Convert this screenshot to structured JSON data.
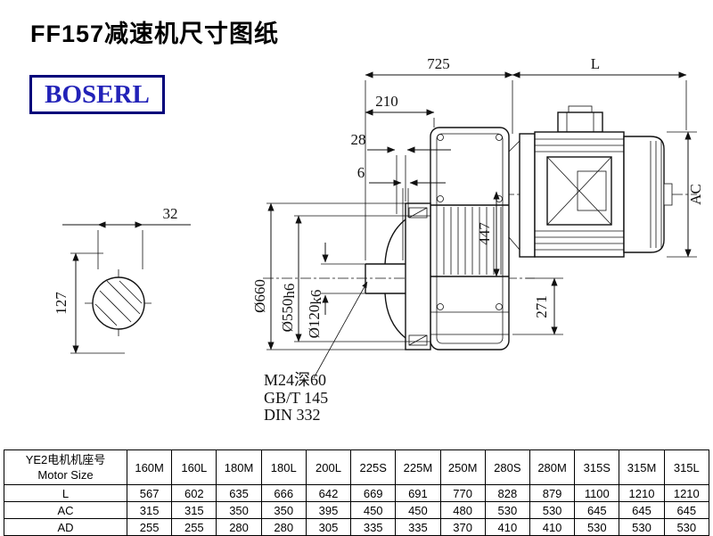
{
  "title": "FF157减速机尺寸图纸",
  "logo": "BOSERL",
  "left_view": {
    "dim_width": "32",
    "dim_height": "127"
  },
  "drawing": {
    "dim_725": "725",
    "dim_L": "L",
    "dim_210": "210",
    "dim_28": "28",
    "dim_6": "6",
    "dim_AC": "AC",
    "dim_447": "447",
    "dim_271": "271",
    "dia_660": "Ø660",
    "dia_550": "Ø550",
    "dia_550_tol": "h6",
    "dia_120": "Ø120",
    "dia_120_tol": "k6",
    "note_1": "M24深60",
    "note_2": "GB/T 145",
    "note_3": "DIN 332"
  },
  "table": {
    "header_line1": "YE2电机机座号",
    "header_line2": "Motor Size",
    "columns": [
      "160M",
      "160L",
      "180M",
      "180L",
      "200L",
      "225S",
      "225M",
      "250M",
      "280S",
      "280M",
      "315S",
      "315M",
      "315L"
    ],
    "rows": [
      {
        "label": "L",
        "values": [
          "567",
          "602",
          "635",
          "666",
          "642",
          "669",
          "691",
          "770",
          "828",
          "879",
          "1100",
          "1210",
          "1210"
        ]
      },
      {
        "label": "AC",
        "values": [
          "315",
          "315",
          "350",
          "350",
          "395",
          "450",
          "450",
          "480",
          "530",
          "530",
          "645",
          "645",
          "645"
        ]
      },
      {
        "label": "AD",
        "values": [
          "255",
          "255",
          "280",
          "280",
          "305",
          "335",
          "335",
          "370",
          "410",
          "410",
          "530",
          "530",
          "530"
        ]
      }
    ]
  }
}
